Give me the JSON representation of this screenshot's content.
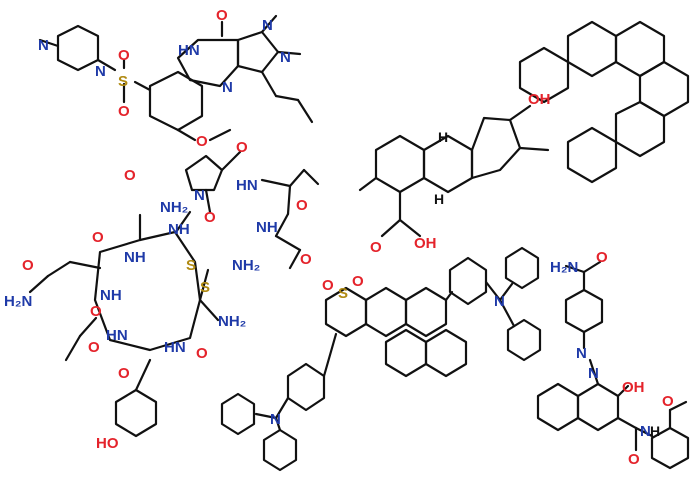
{
  "colors": {
    "oxygen": "#e4232b",
    "nitrogen": "#1f3aa8",
    "sulfur": "#b08a12",
    "bond": "#111111",
    "sildenafil_fill": "#9e86c4",
    "sildenafil_ring_fill": "#6b2c7a",
    "pah_fill": "#29a9c9",
    "pah_light_fill": "#9fd7ea",
    "terpene_fill": "#58b74a",
    "terpene_light_fill": "#9dd68c",
    "peptide_fill": "#f0b2d2",
    "proline_fill": "#b52a8a",
    "tyrosine_fill": "#e0202a",
    "spiro_fill": "#f6e64f",
    "spiro_light_fill": "#fbf3a6",
    "azo_red_fill": "#e03a3a",
    "azo_pink_fill": "#ea4c7e"
  },
  "labels": {
    "sildenafil": {
      "O_top": "O",
      "N_methyl": "N",
      "N_pyr": "N",
      "HN": "HN",
      "N_lower": "N",
      "N_pip1": "N",
      "N_pip2": "N",
      "S": "S",
      "O1": "O",
      "O2": "O",
      "O_ether": "O"
    },
    "terpene": {
      "OH": "OH",
      "H1": "H",
      "H2": "H",
      "O_acid": "O",
      "OH_acid": "OH"
    },
    "peptide": {
      "NH2_a": "NH₂",
      "O_a": "O",
      "O_b": "O",
      "N_pro": "N",
      "O_c": "O",
      "HN_a": "HN",
      "O_d": "O",
      "NH_a": "NH",
      "O_e": "O",
      "NH2_b": "NH₂",
      "NH_b": "NH",
      "O_f": "O",
      "O_g": "O",
      "NH_c": "NH",
      "S1": "S",
      "S2": "S",
      "O_h": "O",
      "H2N_a": "H₂N",
      "NH_d": "NH",
      "NH2_c": "NH₂",
      "O_i": "O",
      "HN_b": "HN",
      "O_j": "O",
      "HN_c": "HN",
      "O_k": "O",
      "HO": "HO"
    },
    "spiro": {
      "S": "S",
      "O1": "O",
      "O2": "O",
      "N1": "N",
      "N2": "N"
    },
    "azo": {
      "H2N": "H₂N",
      "O_top": "O",
      "N1": "N",
      "N2": "N",
      "OH": "OH",
      "O_ether": "O",
      "O_amide": "O",
      "NH": "N",
      "H": "H"
    }
  }
}
